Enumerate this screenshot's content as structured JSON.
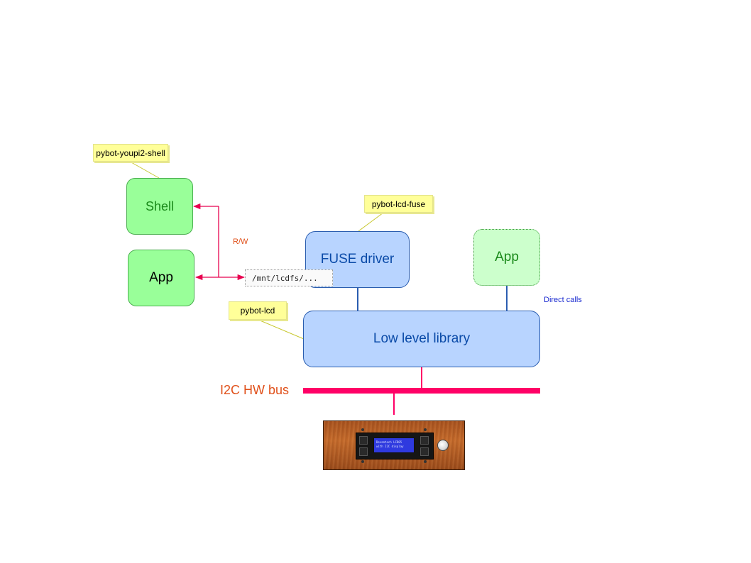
{
  "notes": {
    "shell_package": "pybot-youpi2-shell",
    "fuse_package": "pybot-lcd-fuse",
    "lib_package": "pybot-lcd"
  },
  "nodes": {
    "shell": "Shell",
    "app_left": "App",
    "fuse_driver": "FUSE driver",
    "app_right": "App",
    "low_level_library": "Low level library"
  },
  "path": "/mnt/lcdfs/...",
  "edge_labels": {
    "rw": "R/W",
    "direct_calls": "Direct calls"
  },
  "bus": {
    "label": "I2C HW bus"
  },
  "device": {
    "screen_line1": "Devantech LCD05",
    "screen_line2": "with I2C display"
  },
  "colors": {
    "green_node": "#99ff99",
    "blue_node": "#b8d4ff",
    "note": "#ffff99",
    "bus": "#ff0066",
    "rw_arrow": "#e8004f",
    "dark_blue_text": "#0a4aa8",
    "green_text": "#1a8a1a",
    "orange_text": "#e0501a"
  }
}
